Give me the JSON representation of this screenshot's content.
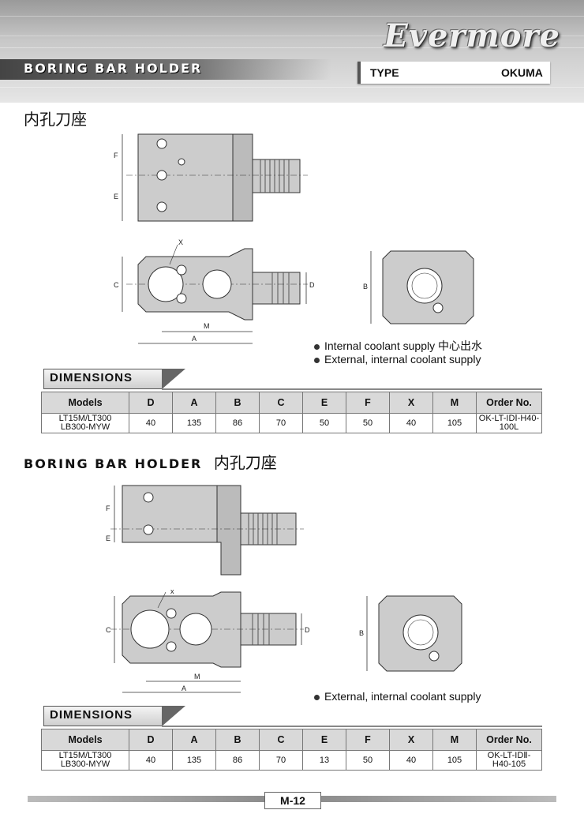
{
  "header": {
    "brand": "Evermore",
    "title": "BORING BAR HOLDER",
    "type_label": "TYPE",
    "type_value": "OKUMA"
  },
  "section1": {
    "cjk_title": "内孔刀座",
    "drawing_labels": {
      "F": "F",
      "E": "E",
      "X": "X",
      "C": "C",
      "D": "D",
      "M": "M",
      "A": "A",
      "B": "B"
    },
    "bullets": [
      "Internal coolant supply 中心出水",
      "External, internal coolant supply"
    ],
    "dim_label": "DIMENSIONS",
    "table": {
      "headers": [
        "Models",
        "D",
        "A",
        "B",
        "C",
        "E",
        "F",
        "X",
        "M",
        "Order No."
      ],
      "rows": [
        [
          "LT15M/LT300\nLB300-MYW",
          "40",
          "135",
          "86",
          "70",
          "50",
          "50",
          "40",
          "105",
          "OK-LT-IDⅠ-H40-100L"
        ]
      ]
    }
  },
  "section2": {
    "heading_en": "BORING BAR HOLDER",
    "heading_cjk": "内孔刀座",
    "drawing_labels": {
      "F": "F",
      "E": "E",
      "x": "x",
      "C": "C",
      "D": "D",
      "M": "M",
      "A": "A",
      "B": "B"
    },
    "bullets": [
      "External, internal coolant supply"
    ],
    "dim_label": "DIMENSIONS",
    "table": {
      "headers": [
        "Models",
        "D",
        "A",
        "B",
        "C",
        "E",
        "F",
        "X",
        "M",
        "Order No."
      ],
      "rows": [
        [
          "LT15M/LT300\nLB300-MYW",
          "40",
          "135",
          "86",
          "70",
          "13",
          "50",
          "40",
          "105",
          "OK-LT-IDⅡ-H40-105"
        ]
      ]
    }
  },
  "footer": {
    "page": "M-12"
  }
}
